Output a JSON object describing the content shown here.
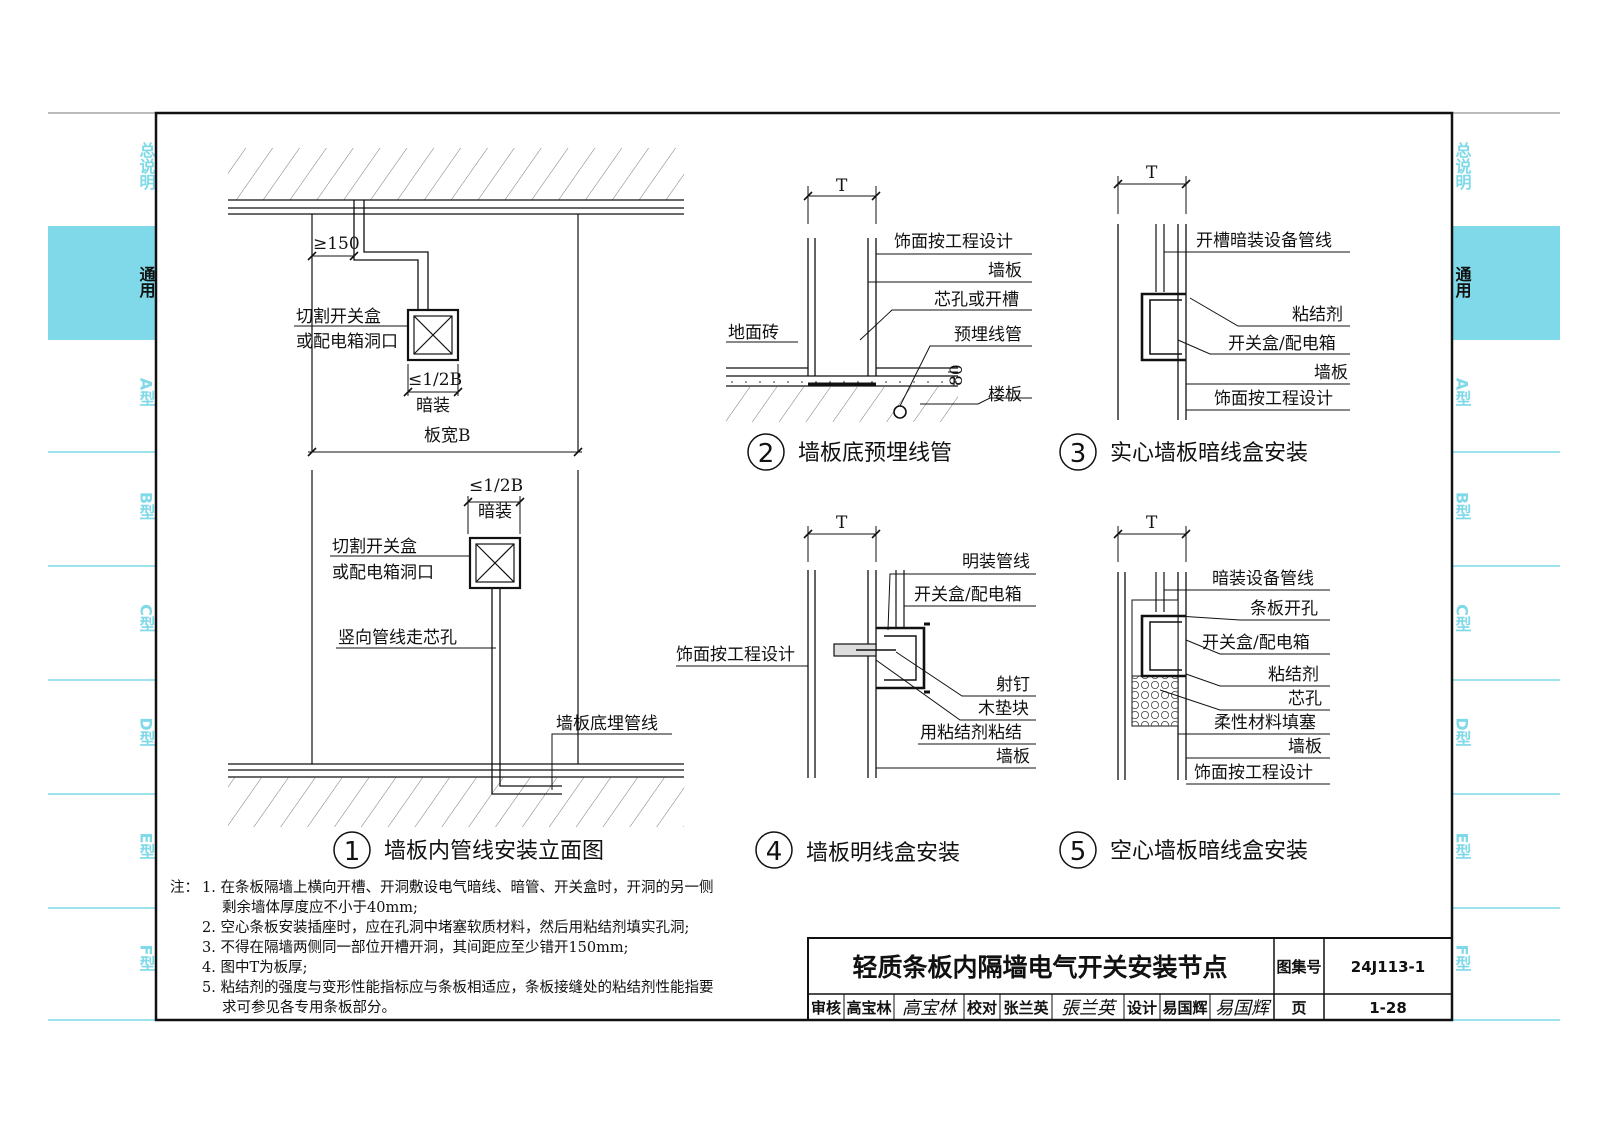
{
  "side_tabs": {
    "general": "通用",
    "faint": [
      "总说明",
      "A型",
      "B型",
      "C型",
      "D型",
      "E型",
      "F型"
    ]
  },
  "fig1": {
    "dim_min150": "≥150",
    "box_label_top_1": "切割开关盒",
    "box_label_top_2": "或配电箱洞口",
    "half_b_1": "≤1/2B",
    "concealed_1": "暗装",
    "board_width": "板宽B",
    "half_b_2": "≤1/2B",
    "concealed_2": "暗装",
    "box_label_bot_1": "切割开关盒",
    "box_label_bot_2": "或配电箱洞口",
    "vertical_pipe": "竖向管线走芯孔",
    "bottom_pipe": "墙板底埋管线",
    "num": "1",
    "title": "墙板内管线安装立面图"
  },
  "fig2": {
    "t": "T",
    "finish": "饰面按工程设计",
    "panel": "墙板",
    "core": "芯孔或开槽",
    "floor_tile": "地面砖",
    "pipe": "预埋线管",
    "dim80": "80",
    "slab": "楼板",
    "num": "2",
    "title": "墙板底预埋线管"
  },
  "fig3": {
    "t": "T",
    "slot_pipe": "开槽暗装设备管线",
    "adhesive": "粘结剂",
    "box": "开关盒/配电箱",
    "panel": "墙板",
    "finish": "饰面按工程设计",
    "num": "3",
    "title": "实心墙板暗线盒安装"
  },
  "fig4": {
    "t": "T",
    "surface_pipe": "明装管线",
    "box": "开关盒/配电箱",
    "finish": "饰面按工程设计",
    "nail": "射钉",
    "wood_block": "木垫块",
    "glue": "用粘结剂粘结",
    "panel": "墙板",
    "num": "4",
    "title": "墙板明线盒安装"
  },
  "fig5": {
    "t": "T",
    "concealed_pipe": "暗装设备管线",
    "slot": "条板开孔",
    "box": "开关盒/配电箱",
    "adhesive": "粘结剂",
    "core": "芯孔",
    "fill": "柔性材料填塞",
    "panel": "墙板",
    "finish": "饰面按工程设计",
    "num": "5",
    "title": "空心墙板暗线盒安装"
  },
  "notes": {
    "label": "注：",
    "lines": [
      "1. 在条板隔墙上横向开槽、开洞敷设电气暗线、暗管、开关盒时，开洞的另一侧",
      "剩余墙体厚度应不小于40mm;",
      "2. 空心条板安装插座时，应在孔洞中堵塞软质材料，然后用粘结剂填实孔洞;",
      "3. 不得在隔墙两侧同一部位开槽开洞，其间距应至少错开150mm;",
      "4. 图中T为板厚;",
      "5. 粘结剂的强度与变形性能指标应与条板相适应，条板接缝处的粘结剂性能指要",
      "求可参见各专用条板部分。"
    ]
  },
  "title_block": {
    "title": "轻质条板内隔墙电气开关安装节点",
    "atlas_label": "图集号",
    "atlas_no": "24J113-1",
    "review": "审核",
    "reviewer": "高宝林",
    "reviewer_sig": "高宝林",
    "check": "校对",
    "checker": "张兰英",
    "checker_sig": "張兰英",
    "design": "设计",
    "designer": "易国辉",
    "designer_sig": "易国辉",
    "page_label": "页",
    "page_no": "1-28"
  },
  "colors": {
    "tab": "#7fd9e8",
    "line": "#111111"
  }
}
